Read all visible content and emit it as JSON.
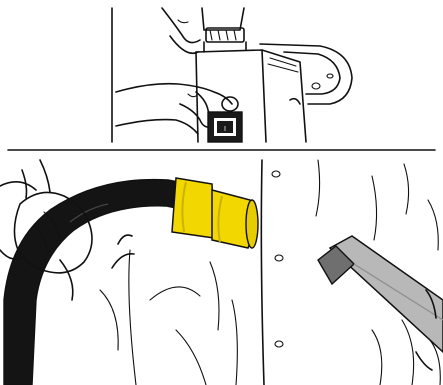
{
  "figure": {
    "panels": [
      {
        "id": "power-switch-panel"
      },
      {
        "id": "hose-attach-panel"
      },
      {
        "id": "nozzle-panel"
      }
    ],
    "colors": {
      "ink": "#111111",
      "paper": "#ffffff",
      "hose": "#141414",
      "coupling": "#f2d800",
      "coupling_shade": "#c9b200",
      "nozzle": "#b8b8b8",
      "nozzle_tip": "#6f6f6f",
      "switch_body": "#1a1a1a"
    },
    "icons": [
      "power-switch-icon",
      "hand-icon",
      "hose-icon",
      "coupling-icon",
      "nozzle-icon",
      "button-hole-icon"
    ]
  }
}
